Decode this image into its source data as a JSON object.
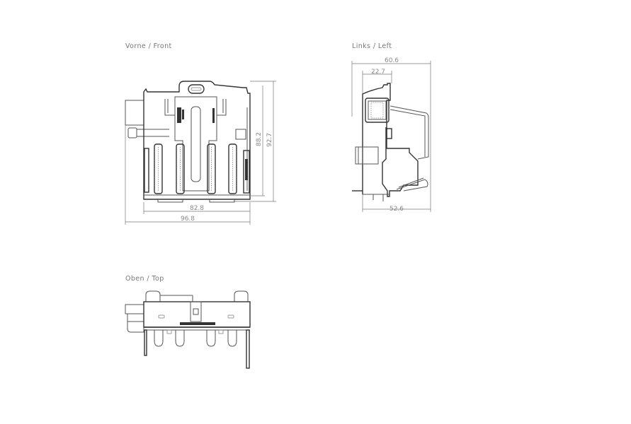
{
  "views": {
    "front": {
      "label": "Vorne  /  Front",
      "dimensions": {
        "inner_width": "82.8",
        "overall_width": "96.8",
        "inner_height": "88.2",
        "overall_height": "92.7"
      }
    },
    "left": {
      "label": "Links  /  Left",
      "dimensions": {
        "overall_depth": "60.6",
        "upper_depth": "22.7",
        "base_depth": "52.6"
      }
    },
    "top": {
      "label": "Oben  /  Top"
    }
  }
}
